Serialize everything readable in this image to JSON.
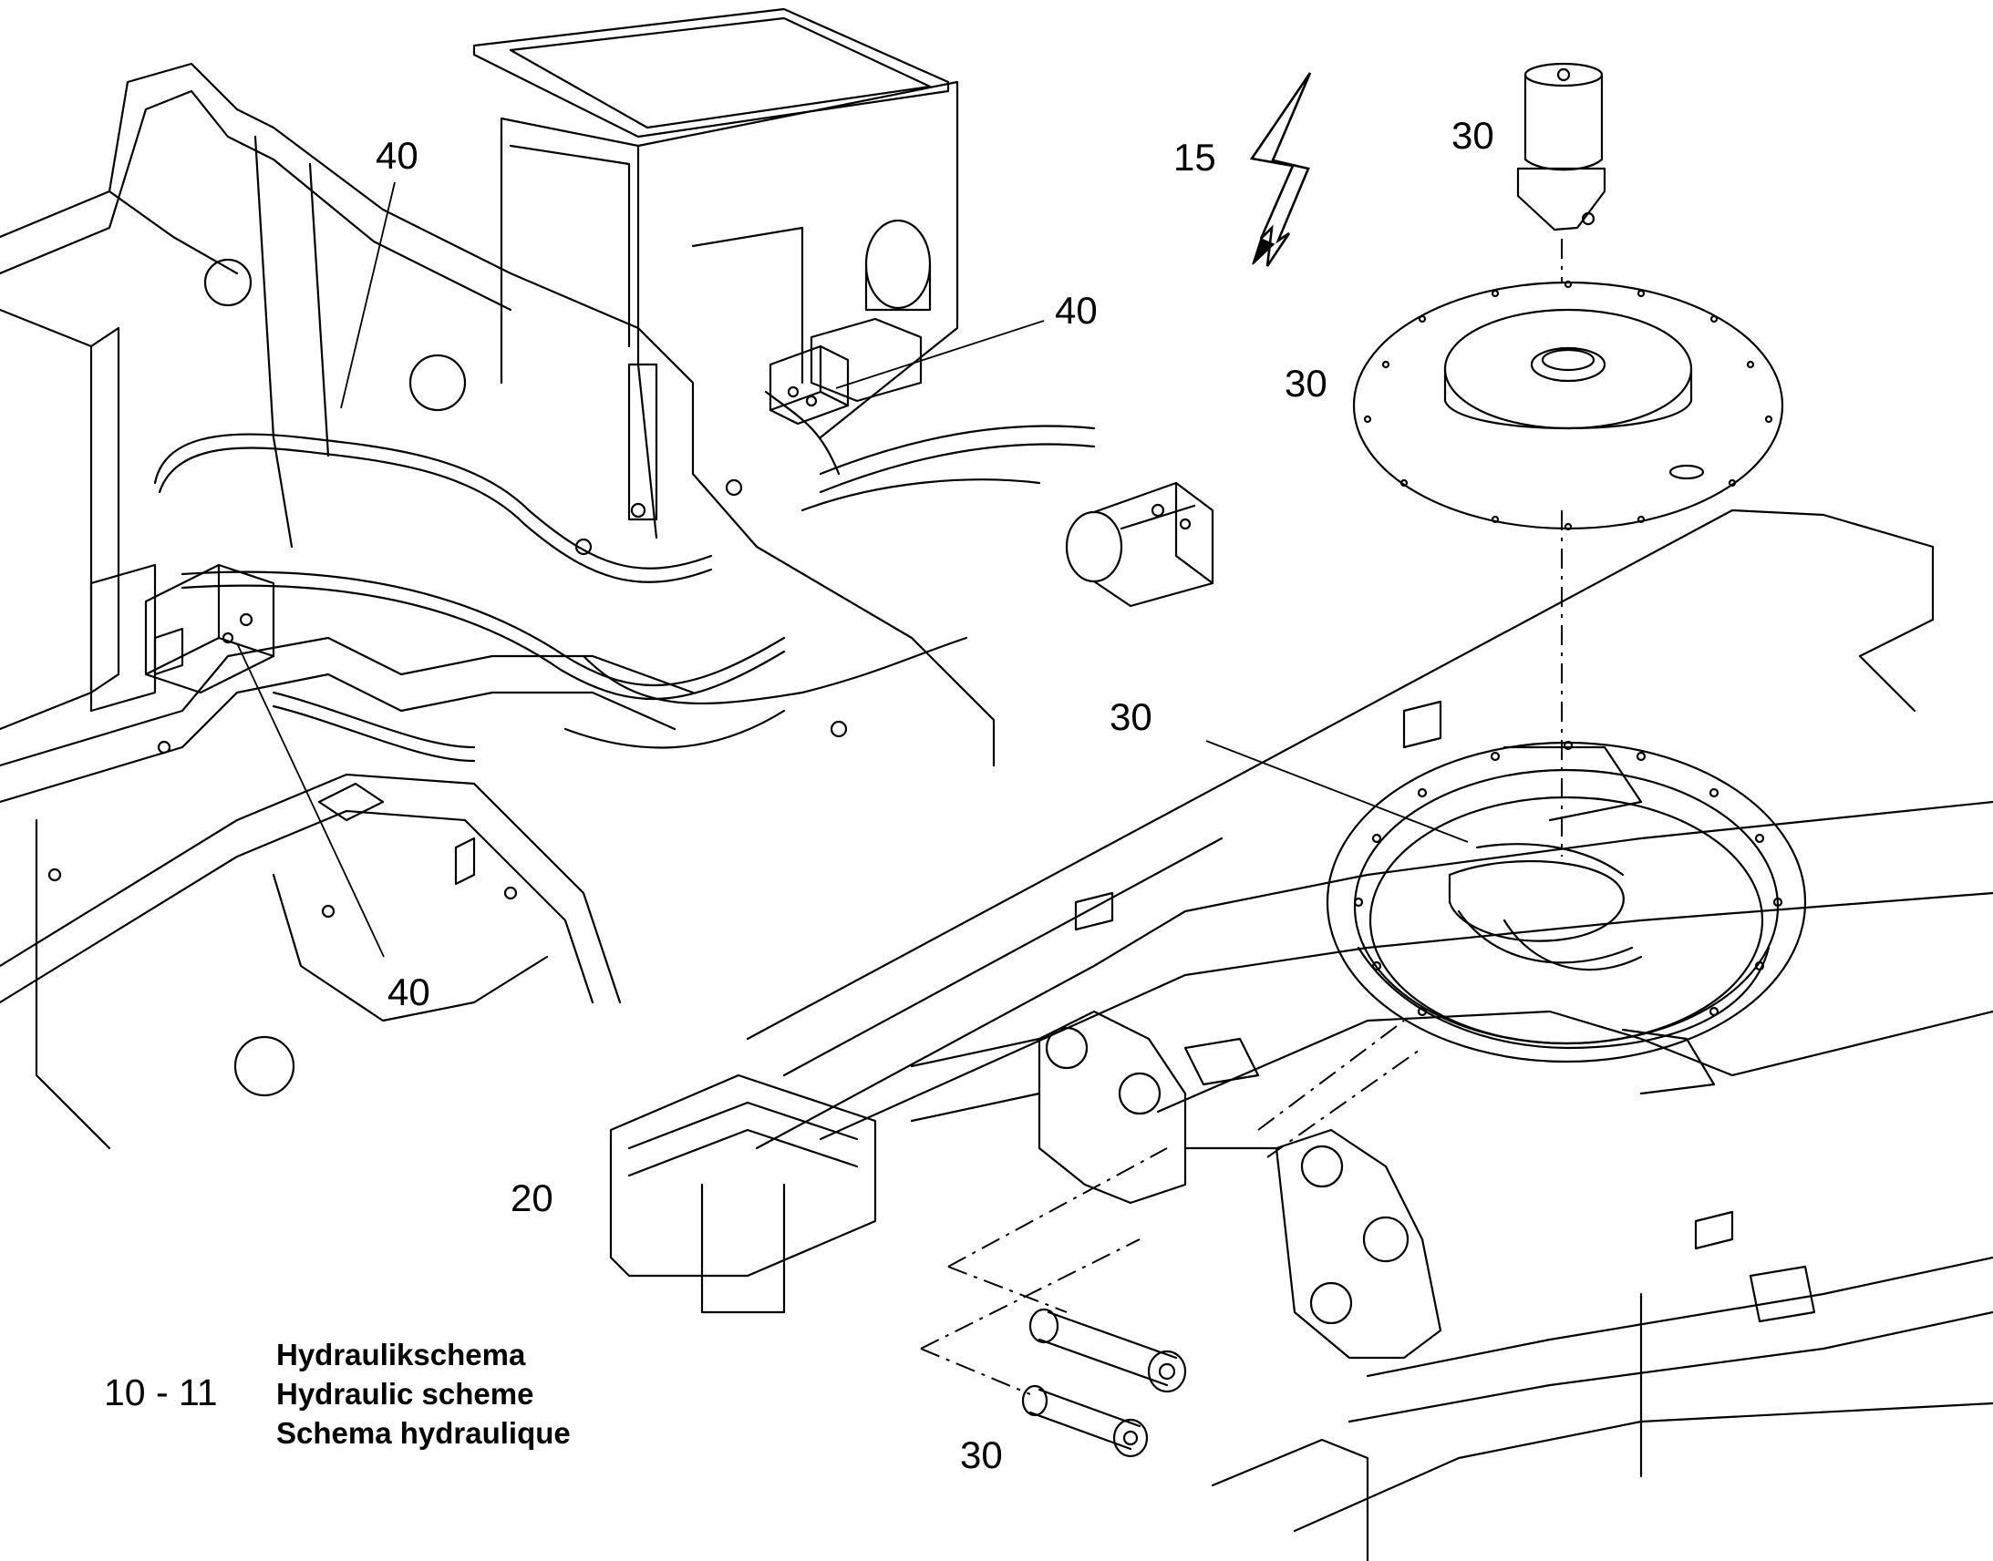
{
  "callouts": [
    {
      "id": "c40a",
      "label": "40"
    },
    {
      "id": "c40b",
      "label": "40"
    },
    {
      "id": "c40c",
      "label": "40"
    },
    {
      "id": "c15",
      "label": "15"
    },
    {
      "id": "c30a",
      "label": "30"
    },
    {
      "id": "c30b",
      "label": "30"
    },
    {
      "id": "c30c",
      "label": "30"
    },
    {
      "id": "c30d",
      "label": "30"
    },
    {
      "id": "c20",
      "label": "20"
    }
  ],
  "caption": {
    "section": "10 - 11",
    "title_de": "Hydraulikschema",
    "title_en": "Hydraulic scheme",
    "title_fr": "Schema hydraulique"
  },
  "colors": {
    "line": "#000000",
    "background": "#ffffff"
  },
  "icons": {
    "hazard": "lightning-bolt-icon"
  }
}
